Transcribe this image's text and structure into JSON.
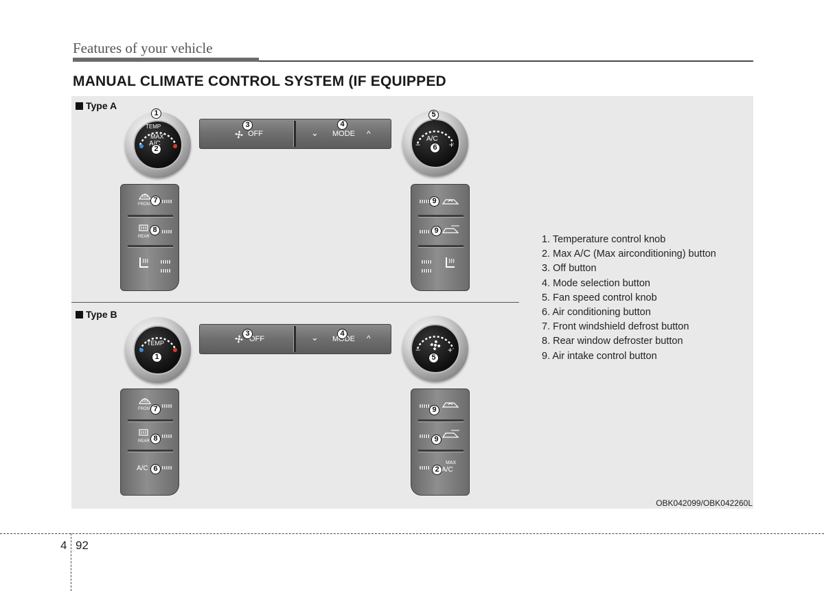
{
  "header": {
    "running_title": "Features of your vehicle",
    "section_title": "MANUAL CLIMATE CONTROL SYSTEM (IF EQUIPPED"
  },
  "type_a": {
    "label": "Type A",
    "temp_knob": {
      "top": "TEMP",
      "center_line1": "MAX",
      "center_line2": "A/C"
    },
    "bar": {
      "off_label": "OFF",
      "mode_label": "MODE"
    },
    "fan_knob": {
      "center": "A/C",
      "minus": "−",
      "plus": "+"
    },
    "left_stack": {
      "front_label": "FRONT",
      "rear_label": "REAR"
    }
  },
  "type_b": {
    "label": "Type B",
    "temp_knob": {
      "center": "TEMP"
    },
    "bar": {
      "off_label": "OFF",
      "mode_label": "MODE"
    },
    "fan_knob": {
      "minus": "−",
      "plus": "+"
    },
    "left_stack": {
      "front_label": "FRONT",
      "rear_label": "REAR",
      "ac_label": "A/C"
    },
    "right_stack": {
      "max_label": "MAX",
      "ac_label": "A/C"
    }
  },
  "callouts": [
    "1",
    "2",
    "3",
    "4",
    "5",
    "6",
    "7",
    "8",
    "9"
  ],
  "legend": [
    "1. Temperature control knob",
    "2. Max A/C (Max airconditioning) button",
    "3. Off button",
    "4. Mode selection button",
    "5. Fan speed control knob",
    "6. Air conditioning button",
    "7. Front windshield defrost button",
    "8. Rear window defroster button",
    "9. Air intake control button"
  ],
  "figure_code": "OBK042099/OBK042260L",
  "footer": {
    "chapter": "4",
    "page": "92"
  },
  "colors": {
    "panel_bg": "#e9e9e9",
    "led_blue": "#3a8fd8",
    "led_red": "#d33a2c"
  }
}
